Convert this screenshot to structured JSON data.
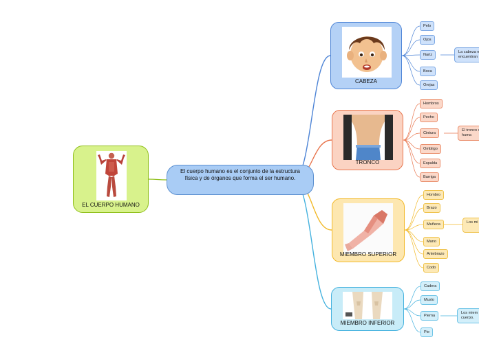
{
  "root": {
    "label": "EL CUERPO HUMANO",
    "image": "human-muscle-figure"
  },
  "center": {
    "text": "El cuerpo humano es el conjunto de la estructura física y de órganos que forma el ser humano."
  },
  "categories": [
    {
      "label": "CABEZA",
      "image": "cartoon-boy-face",
      "color": "#4d84d6",
      "items": [
        "Pelo",
        "Ojos",
        "Nariz",
        "Boca",
        "Orejas"
      ],
      "note": "La cabeza e encuentran"
    },
    {
      "label": "TRONCO",
      "image": "human-torso",
      "color": "#e8754d",
      "items": [
        "Hombros",
        "Pecho",
        "Cintura",
        "Ombligo",
        "Espalda",
        "Barriga"
      ],
      "note": "El tronco ser huma"
    },
    {
      "label": "MIEMBRO SUPERIOR",
      "image": "arm-anatomy",
      "color": "#f2b929",
      "items": [
        "Hombro",
        "Brazo",
        "Muñeca",
        "Mano",
        "Antebrazo",
        "Codo"
      ],
      "note": "Los mi human"
    },
    {
      "label": "MIEMBRO INFERIOR",
      "image": "legs-anatomy",
      "color": "#43b1de",
      "items": [
        "Cadera",
        "Muslo",
        "Pierna",
        "Pie"
      ],
      "note": "Los miem cuerpo."
    }
  ]
}
